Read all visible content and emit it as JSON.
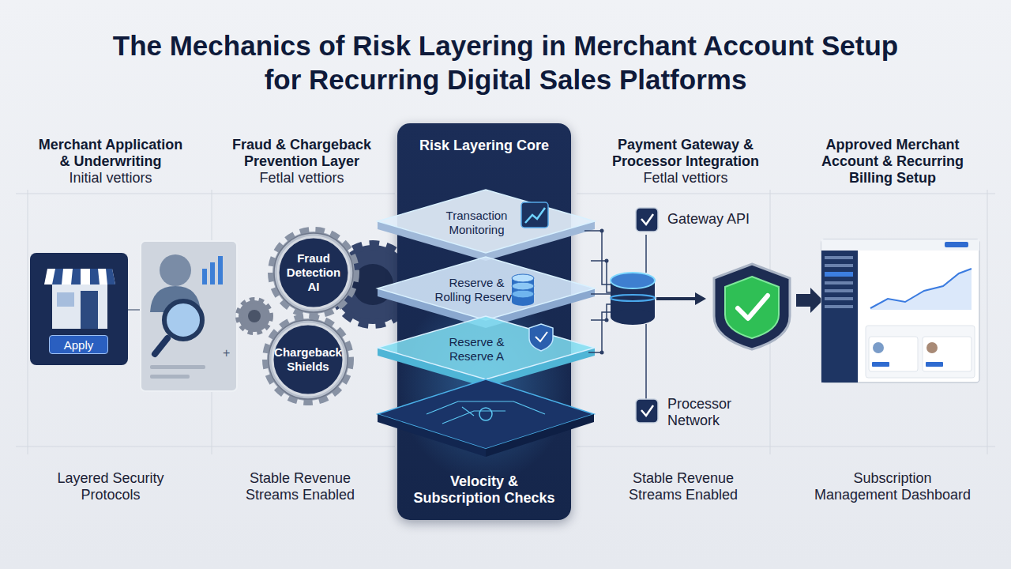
{
  "diagram": {
    "title": "The Mechanics of Risk Layering in Merchant Account Setup for Recurring Digital Sales Platforms",
    "nodes": [
      {
        "text": [
          "Apply"
        ]
      },
      {
        "text": [
          "Fraud Detection AI"
        ]
      },
      {
        "text": [
          "Chargeback Shields"
        ]
      },
      {
        "text": [
          "Risk Layering Core",
          "Velocity & Subscription Checks"
        ]
      },
      {
        "text": [
          "Transaction Monitoring"
        ],
        "in": 3
      },
      {
        "text": [
          "Reserve & Rolling Reserve"
        ],
        "in": 3
      },
      {
        "text": [
          "Reserve & Reserve A"
        ],
        "in": 3
      }
    ],
    "labels": [
      "Merchant Application & Underwriting",
      "Initial vettiors",
      "Fraud & Chargeback Prevention Layer",
      "Fetlal vettiors",
      "Payment Gateway & Processor Integration",
      "Fetlal vettiors",
      "Approved Merchant Account & Recurring Billing Setup",
      "Gateway API",
      "Processor Network",
      "Layered Security Protocols",
      "Stable Revenue Streams Enabled",
      "Stable Revenue Streams Enabled",
      "Subscription Management Dashboard"
    ]
  }
}
